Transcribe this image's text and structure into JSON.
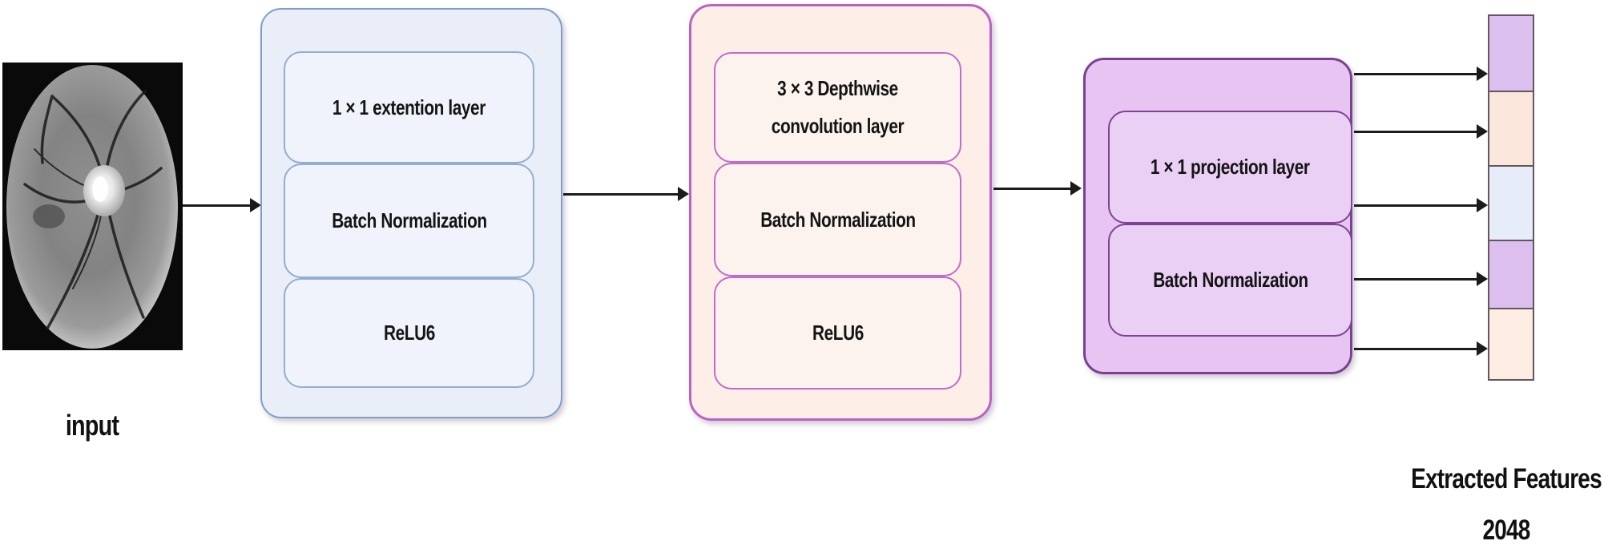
{
  "diagram": {
    "input": {
      "label": "input",
      "image_alt": "grayscale retinal fundus photograph"
    },
    "arrow_color": "#1b1b1b",
    "blocks": [
      {
        "id": "expansion",
        "bg": "#e9eef9",
        "border": "#7f9fc6",
        "inner_bg": "#f0f3fb",
        "inner_border": "#93aed0",
        "layers": [
          "1 × 1 extention layer",
          "Batch Normalization",
          "ReLU6"
        ]
      },
      {
        "id": "depthwise",
        "bg": "#fdeee8",
        "border": "#bb63c5",
        "inner_bg": "#fdf3ee",
        "inner_border": "#c06cc9",
        "layers": [
          "3 × 3 Depthwise convolution layer",
          "Batch Normalization",
          "ReLU6"
        ]
      },
      {
        "id": "projection",
        "bg": "#e7c4f1",
        "border": "#7a4190",
        "inner_bg": "#ead0f4",
        "inner_border": "#7e4394",
        "layers": [
          "1 × 1 projection layer",
          "Batch Normalization"
        ]
      }
    ],
    "features": {
      "cells": [
        "#dcc0ef",
        "#fae6db",
        "#e7edf8",
        "#dcbfee",
        "#fcece2"
      ],
      "cell_border": "#63565e",
      "label_line1": "Extracted Features",
      "label_line2": "2048"
    }
  }
}
